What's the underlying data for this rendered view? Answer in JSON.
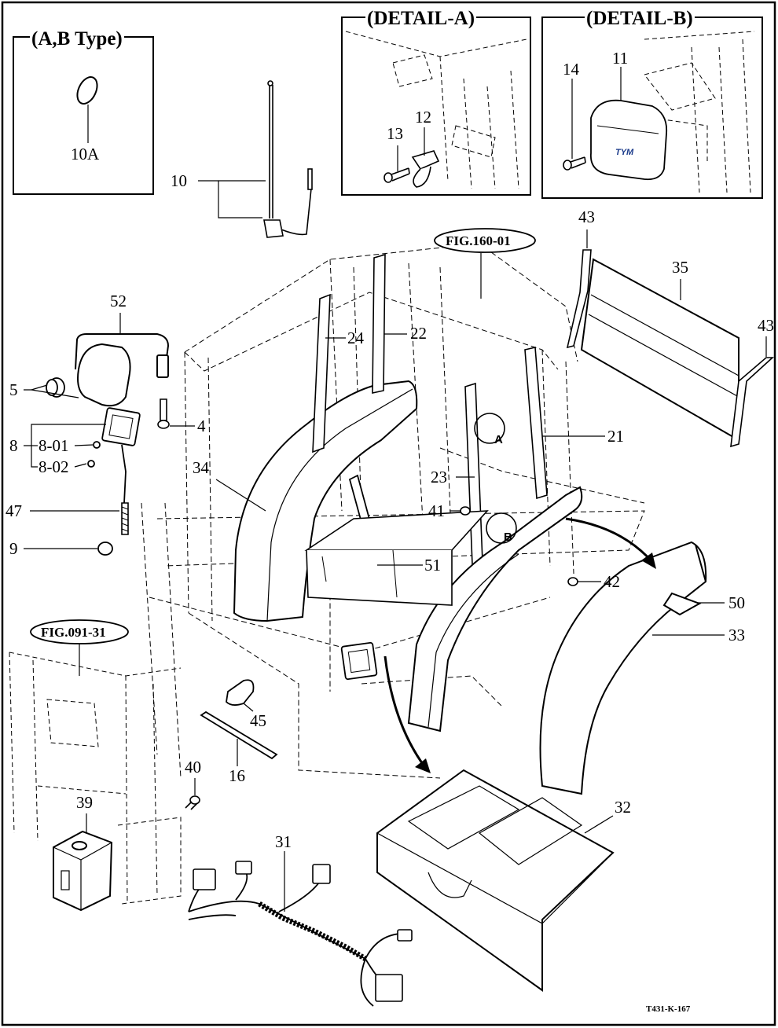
{
  "detail_boxes": {
    "ab_type": "(A,B Type)",
    "detail_a": "(DETAIL-A)",
    "detail_b": "(DETAIL-B)"
  },
  "figure_refs": {
    "fig_160": "FIG.160-01",
    "fig_091": "FIG.091-31"
  },
  "detail_markers": {
    "a": "A",
    "b": "B"
  },
  "logo": "TYM",
  "drawing_number": "T431-K-167",
  "callouts": {
    "p10A": "10A",
    "p13": "13",
    "p12": "12",
    "p14": "14",
    "p11": "11",
    "p10": "10",
    "p43_top": "43",
    "p35": "35",
    "p43_right": "43",
    "p52": "52",
    "p24": "24",
    "p22": "22",
    "p5": "5",
    "p4": "4",
    "p8": "8",
    "p8_01": "8-01",
    "p8_02": "8-02",
    "p21": "21",
    "p34": "34",
    "p23": "23",
    "p47": "47",
    "p41": "41",
    "p9": "9",
    "p51": "51",
    "p42": "42",
    "p50": "50",
    "p33": "33",
    "p45": "45",
    "p16": "16",
    "p40": "40",
    "p32": "32",
    "p39": "39",
    "p31": "31"
  }
}
